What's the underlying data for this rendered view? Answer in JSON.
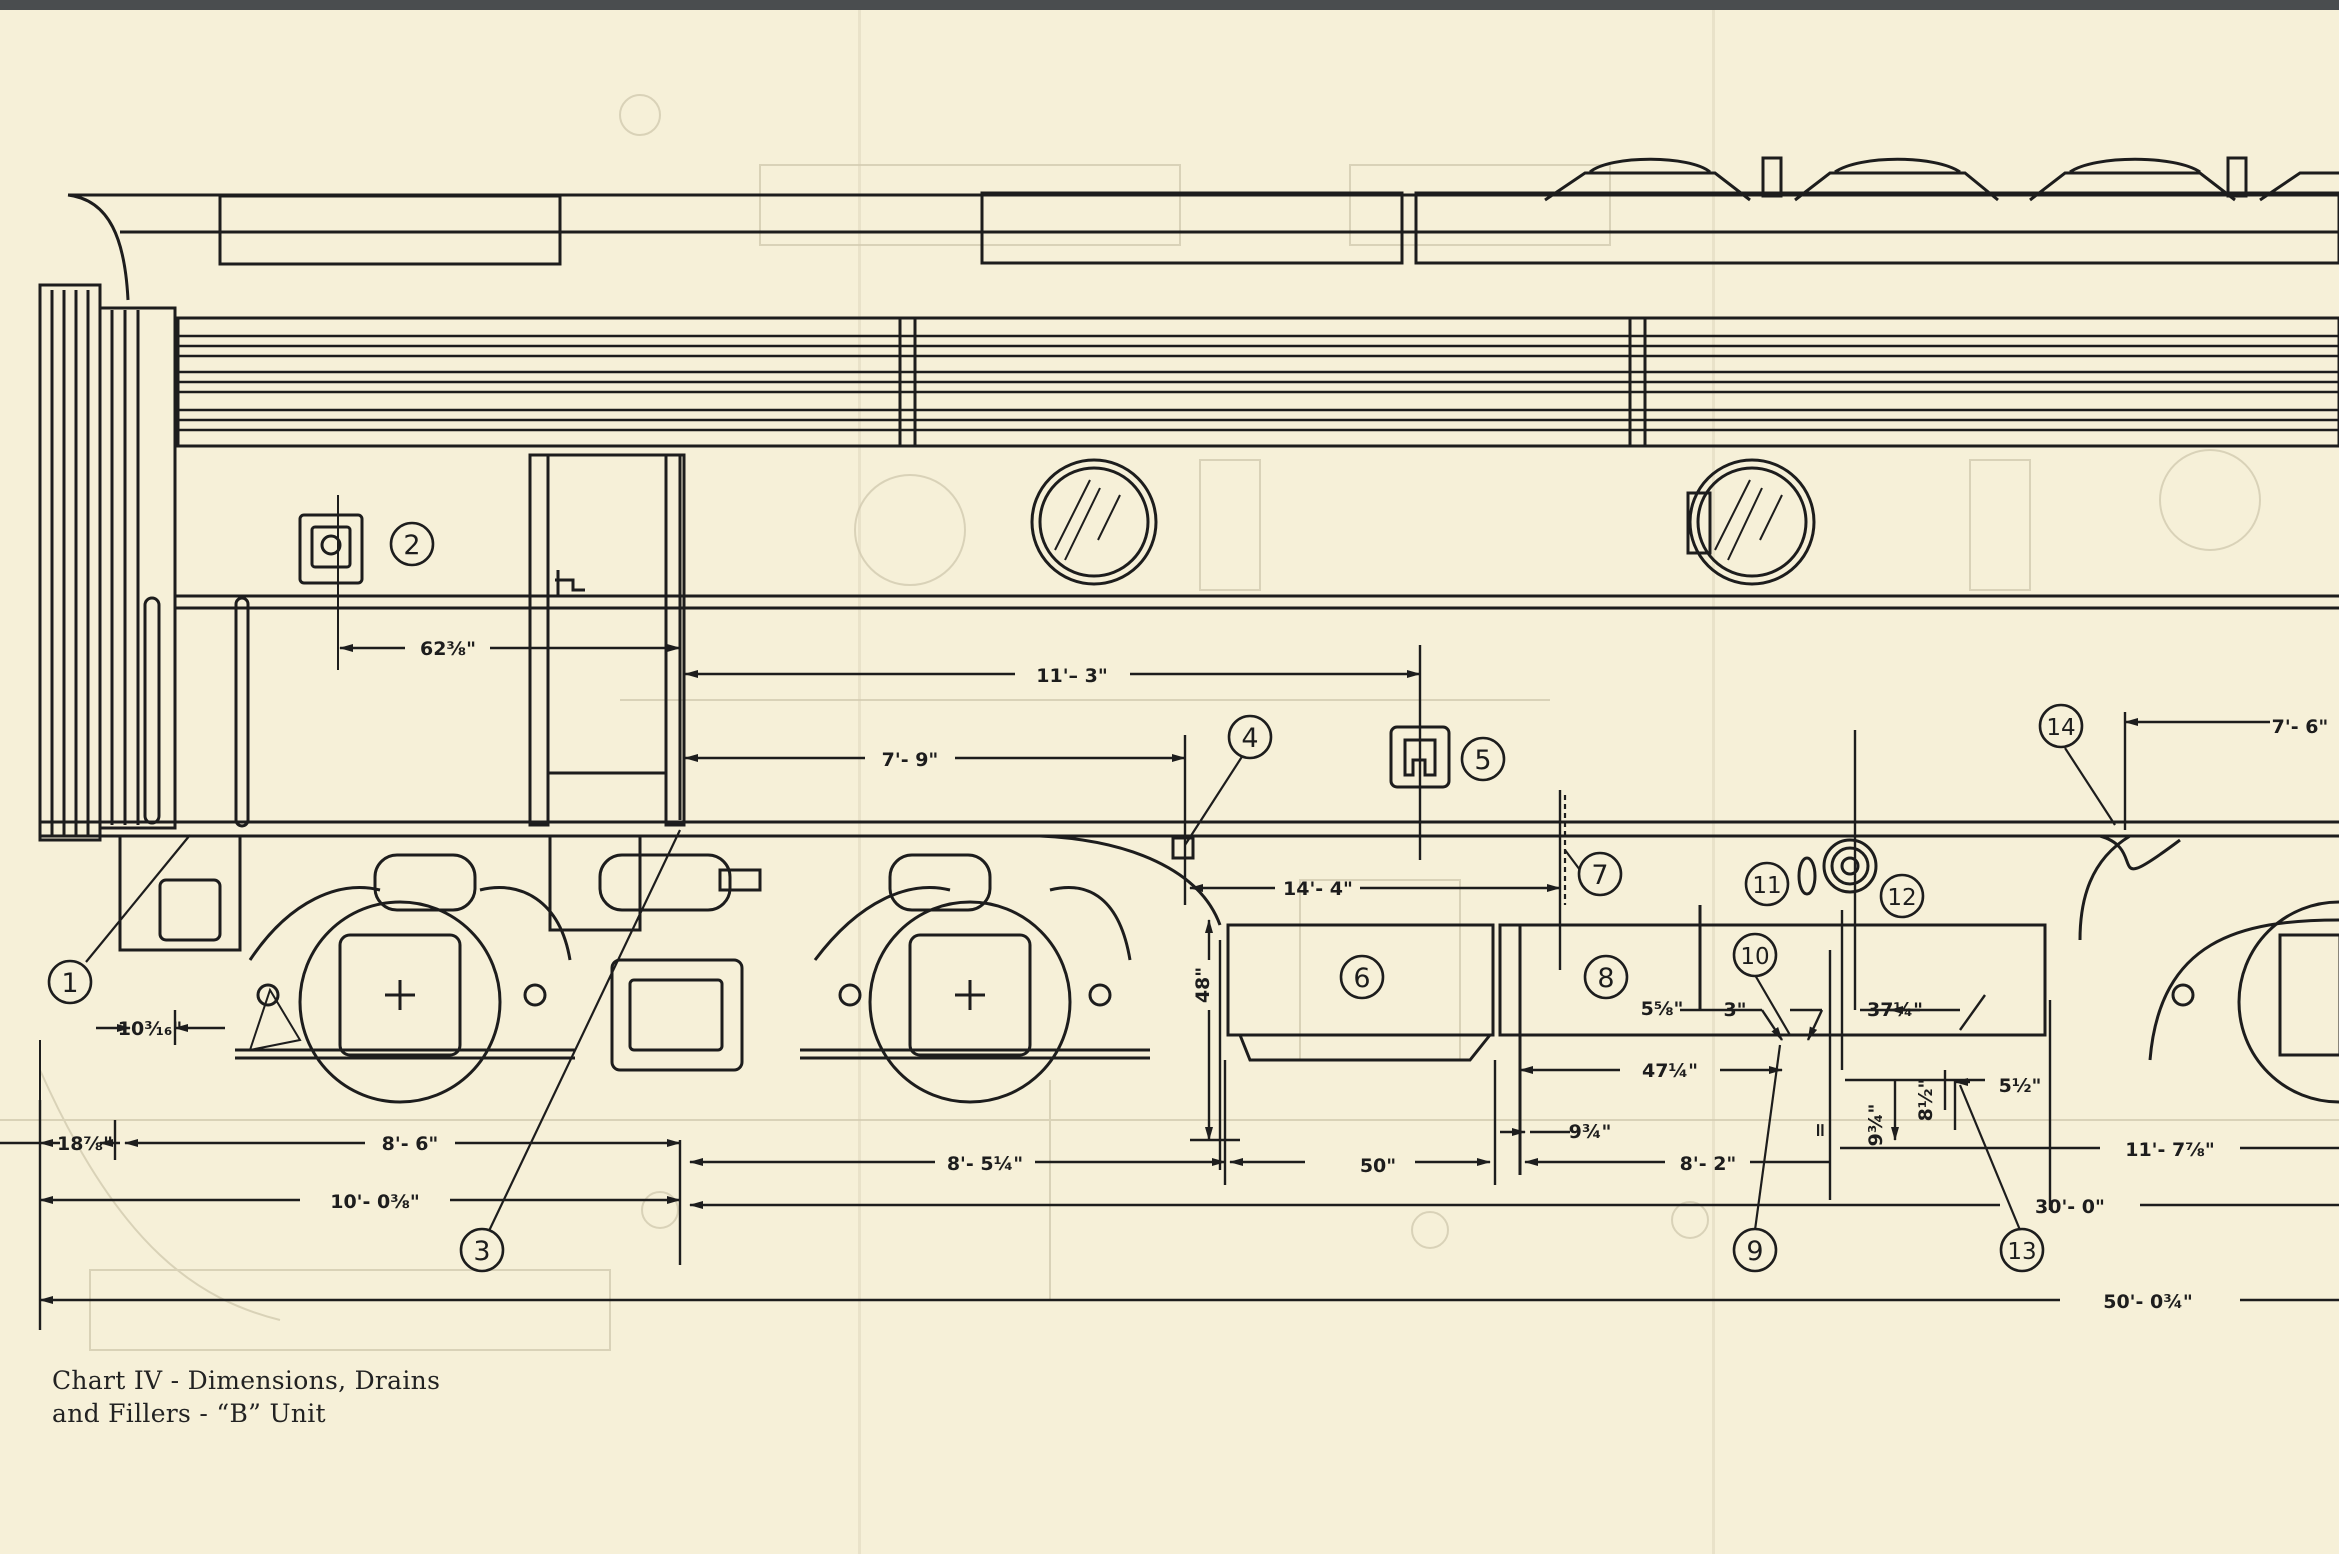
{
  "caption": {
    "line1": "Chart IV - Dimensions, Drains",
    "line2": "and Fillers - “B” Unit"
  },
  "colors": {
    "paper": "#f6f0d8",
    "ink": "#1d1d1d",
    "ghost": "#c8c2a8"
  },
  "callouts": [
    "1",
    "2",
    "3",
    "4",
    "5",
    "6",
    "7",
    "8",
    "9",
    "10",
    "11",
    "12",
    "13",
    "14"
  ],
  "dimensions": {
    "d_62_3_8": "62⅜\"",
    "d_11_3": "11'– 3\"",
    "d_7_9": "7'- 9\"",
    "d_7_6": "7'- 6\"",
    "d_14_4": "14'- 4\"",
    "d_48": "48\"",
    "d_5_5_8": "5⅝\"",
    "d_3": "3\"",
    "d_37_1_4": "37¼\"",
    "d_47_1_4": "47¼\"",
    "d_5_1_2": "5½\"",
    "d_10_3_16": "10³⁄₁₆\"",
    "d_18_7_8": "18⅞\"",
    "d_8_6": "8'- 6\"",
    "d_8_5_1_4": "8'- 5¼\"",
    "d_50": "50\"",
    "d_9_3_4": "9¾\"",
    "d_9_3_4_v": "9¾\"",
    "d_8_1_2_v": "8½\"",
    "d_eq": "=",
    "d_8_2": "8'- 2\"",
    "d_11_7_7_8": "11'- 7⅞\"",
    "d_10_0_3_8": "10'- 0⅜\"",
    "d_30_0": "30'- 0\"",
    "d_50_0_3_4": "50'- 0¾\""
  }
}
